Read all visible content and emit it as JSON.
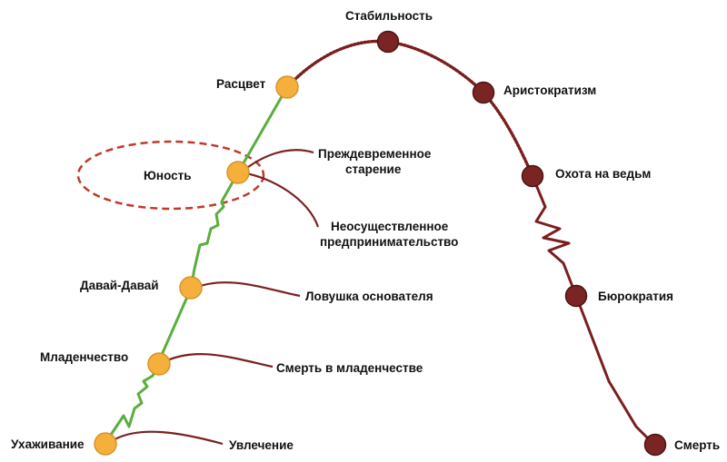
{
  "colors": {
    "growth_line": "#5aae3f",
    "decline_line": "#7a1e1e",
    "growth_node": "#f5b03c",
    "growth_node_stroke": "#d8922a",
    "decline_node": "#7a2424",
    "decline_node_stroke": "#4a1414",
    "trap_line": "#7a2020",
    "youth_ellipse": "#c0392b",
    "text": "#111111"
  },
  "growth_stages": [
    {
      "label": "Ухаживание"
    },
    {
      "label": "Младенчество"
    },
    {
      "label": "Давай-Давай"
    },
    {
      "label": "Юность"
    },
    {
      "label": "Расцвет"
    }
  ],
  "decline_stages": [
    {
      "label": "Стабильность"
    },
    {
      "label": "Аристократизм"
    },
    {
      "label": "Охота на ведьм"
    },
    {
      "label": "Бюрократия"
    },
    {
      "label": "Смерть"
    }
  ],
  "traps": [
    {
      "label": "Увлечение"
    },
    {
      "label": "Смерть в младенчестве"
    },
    {
      "label": "Ловушка основателя"
    },
    {
      "label_lines": [
        "Преждевременное",
        "старение"
      ]
    },
    {
      "label_lines": [
        "Неосуществленное",
        "предпринимательство"
      ]
    }
  ]
}
